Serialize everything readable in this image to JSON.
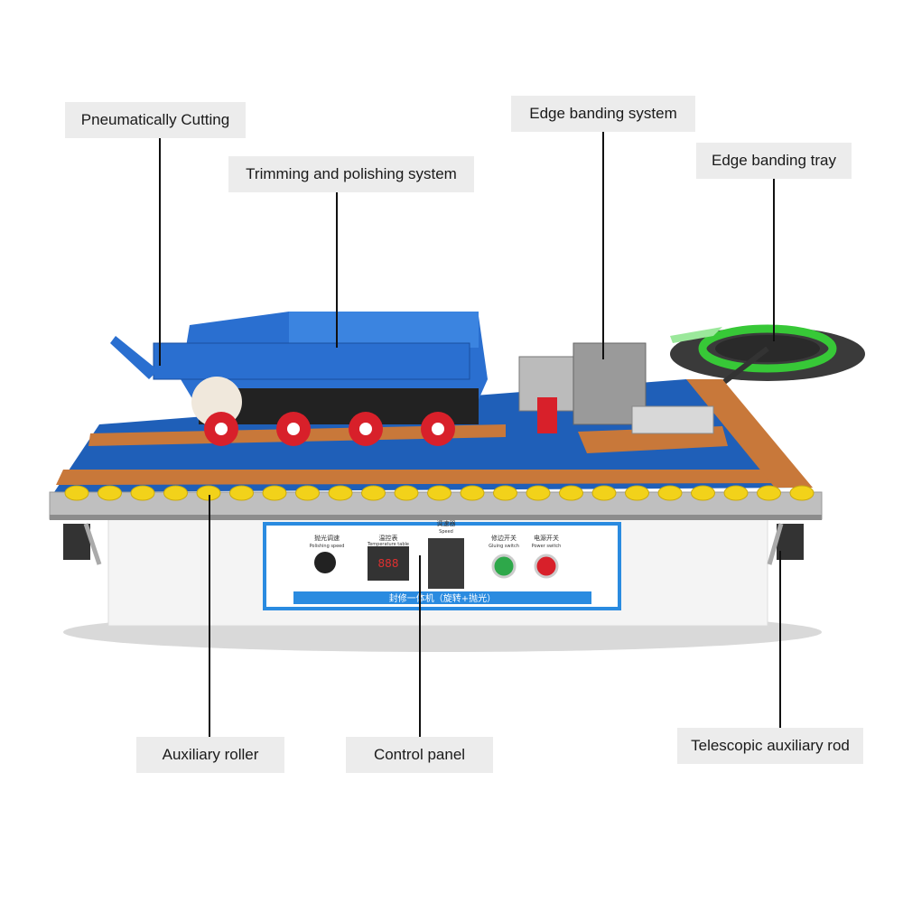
{
  "labels": {
    "pneumatic_cutting": "Pneumatically Cutting",
    "trimming_polishing": "Trimming and polishing system",
    "edge_banding_system": "Edge banding system",
    "edge_banding_tray": "Edge banding tray",
    "auxiliary_roller": "Auxiliary roller",
    "control_panel": "Control panel",
    "telescopic_rod": "Telescopic auxiliary rod"
  },
  "control_panel_text": {
    "title": "封修一体机（旋转+抛光）",
    "polishing_speed_cn": "抛光调速",
    "polishing_speed_en": "Polishing speed",
    "temperature_cn": "温控表",
    "temperature_en": "Temperature table",
    "speed_cn": "调速器",
    "speed_en": "Speed",
    "gluing_switch_cn": "修边开关",
    "gluing_switch_en": "Gluing switch",
    "power_switch_cn": "电源开关",
    "power_switch_en": "Power switch",
    "temperature_display": "888"
  },
  "colors": {
    "machine_blue": "#2a6fd0",
    "deck_blue": "#1f5fb8",
    "copper_strip": "#c8783a",
    "roller_yellow": "#f2d21a",
    "wheel_red": "#d8202a",
    "tray_green": "#37c837",
    "cabinet_white": "#f4f4f4",
    "panel_border_blue": "#2a8be0",
    "label_bg": "#ececec"
  }
}
